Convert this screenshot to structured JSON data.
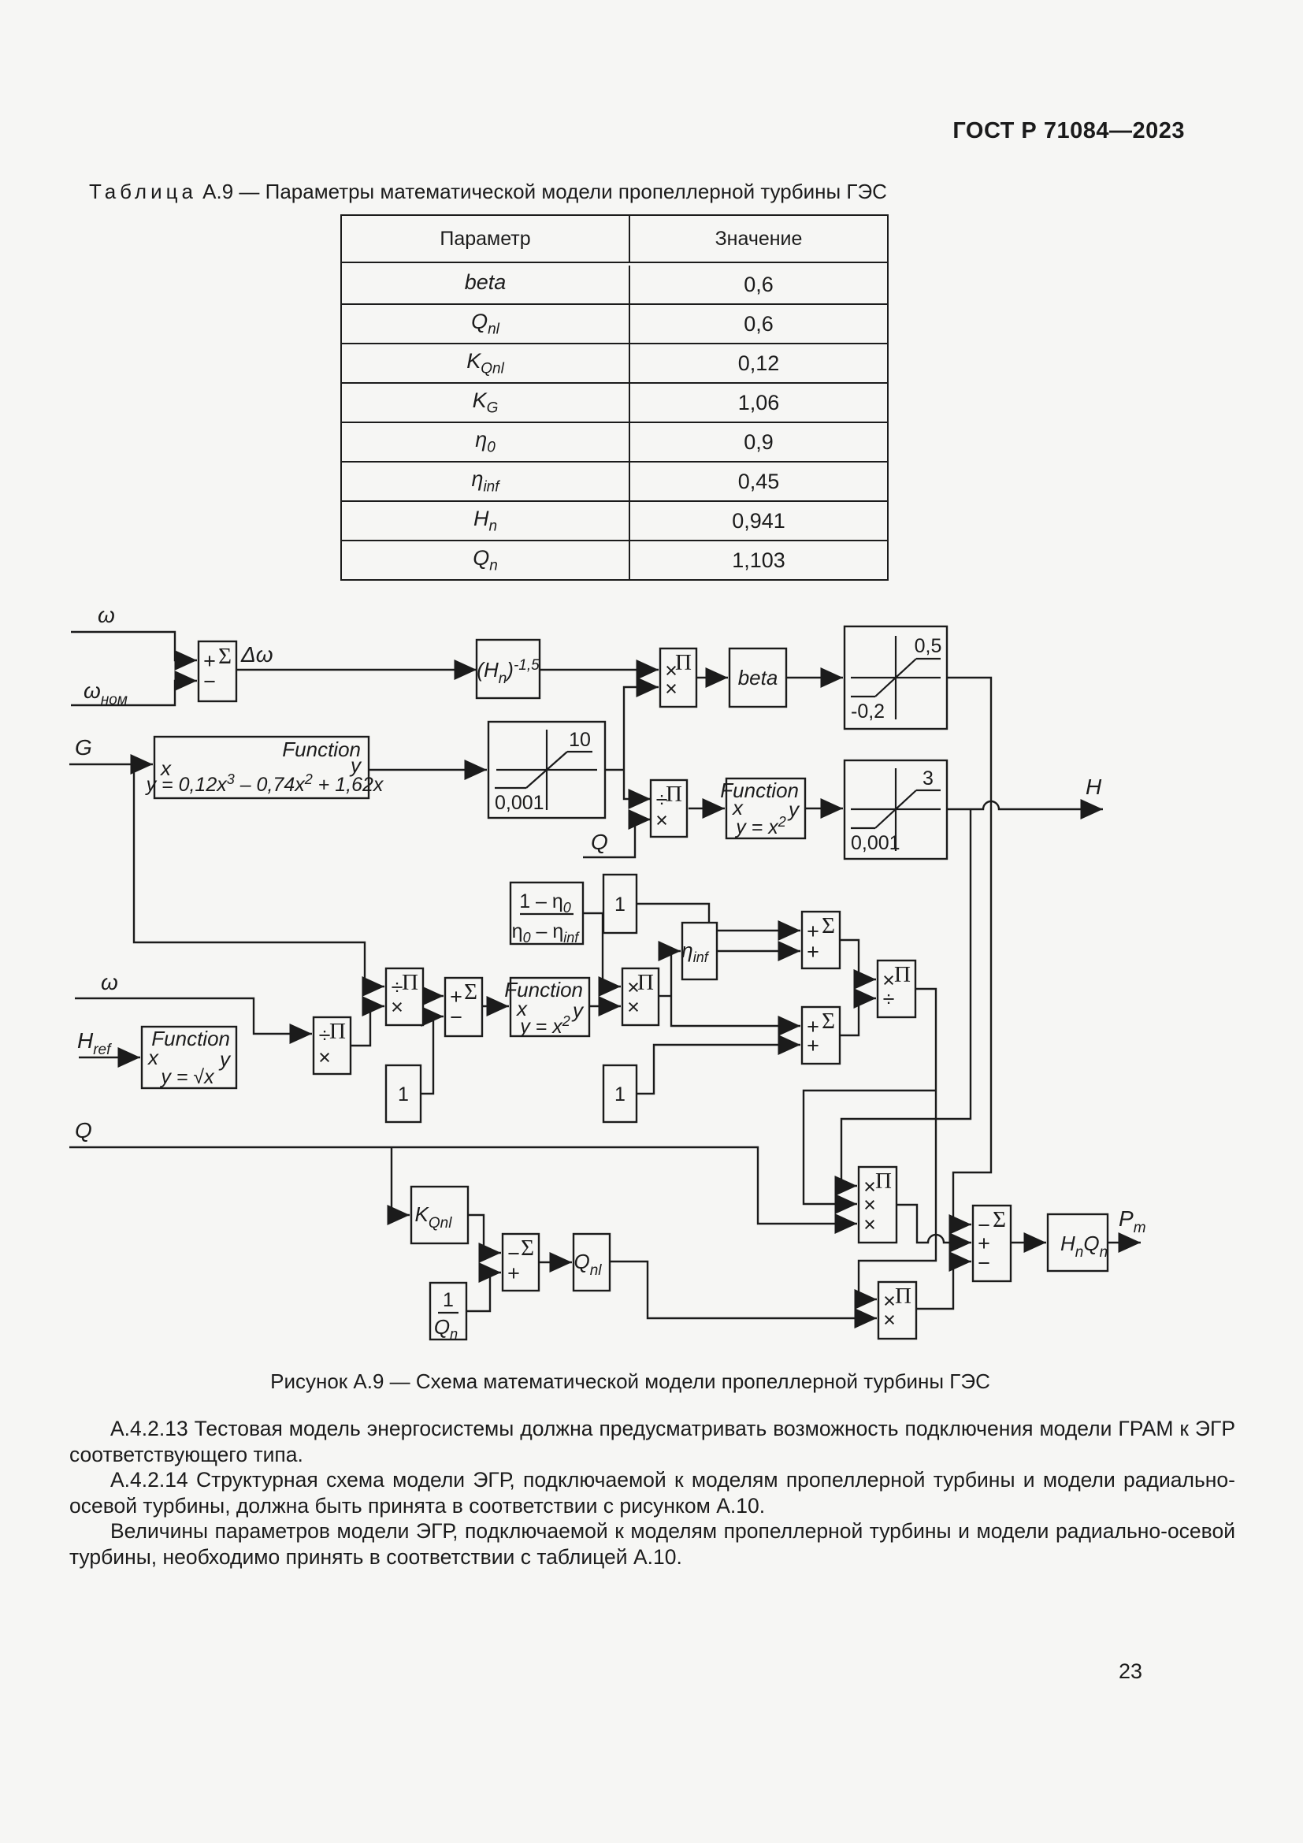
{
  "page": {
    "doc_number": "ГОСТ Р 71084—2023",
    "page_number": "23"
  },
  "table": {
    "title_word": "Таблица",
    "title_rest": " А.9 — Параметры математической модели пропеллерной турбины ГЭС",
    "col_param": "Параметр",
    "col_value": "Значение",
    "rows": [
      {
        "base": "beta",
        "sub": "",
        "value": "0,6"
      },
      {
        "base": "Q",
        "sub": "nl",
        "value": "0,6"
      },
      {
        "base": "K",
        "sub": "Qnl",
        "value": "0,12"
      },
      {
        "base": "K",
        "sub": "G",
        "value": "1,06"
      },
      {
        "base": "η",
        "sub": "0",
        "value": "0,9"
      },
      {
        "base": "η",
        "sub": "inf",
        "value": "0,45"
      },
      {
        "base": "H",
        "sub": "n",
        "value": "0,941"
      },
      {
        "base": "Q",
        "sub": "n",
        "value": "1,103"
      }
    ]
  },
  "diagram": {
    "caption": "Рисунок А.9 — Схема математической модели пропеллерной турбины ГЭС",
    "sym": {
      "sigma": "Σ",
      "pi": "Π",
      "times": "×",
      "divide": "÷",
      "plus": "+",
      "minus": "−",
      "function_label": "Function",
      "x": "x",
      "y": "y"
    },
    "labels": {
      "omega": "ω",
      "omega_nom_base": "ω",
      "omega_nom_sub": "ном",
      "delta_omega": "Δω",
      "g": "G",
      "q": "Q",
      "h_out": "H",
      "hn_pre": "(H",
      "hn_sub": "n",
      "hn_post": ")",
      "hn_exp": "-1,5",
      "beta": "beta",
      "sat1_hi": "0,5",
      "sat1_lo": "-0,2",
      "sat2_hi": "10",
      "sat2_lo": "0,001",
      "sat3_hi": "3",
      "sat3_lo": "0,001",
      "cubic_1": "y = 0,12x",
      "cubic_e1": "3",
      "cubic_2": " – 0,74x",
      "cubic_e2": "2",
      "cubic_3": " + 1,62x",
      "sq_1": "y = x",
      "sq_e": "2",
      "sqrt_formula": "y = √x",
      "frac_n1": "1 – η",
      "frac_n1s": "0",
      "frac_d1": "η",
      "frac_d1s": "0",
      "frac_d2": " – η",
      "frac_d2s": "inf",
      "one": "1",
      "eta_base": "η",
      "eta_sub": "inf",
      "href_base": "H",
      "href_sub": "ref",
      "kqnl_base": "K",
      "kqnl_sub": "Qnl",
      "invqn_num": "1",
      "invqn_den": "Q",
      "invqn_dens": "n",
      "qnl_base": "Q",
      "qnl_sub": "nl",
      "hnqn_b1": "H",
      "hnqn_s1": "n",
      "hnqn_b2": "Q",
      "hnqn_s2": "n",
      "pm_base": "P",
      "pm_sub": "m"
    }
  },
  "paragraphs": {
    "p1": "А.4.2.13 Тестовая модель энергосистемы должна предусматривать возможность подключения модели ГРАМ к ЭГР соответствующего типа.",
    "p2": "А.4.2.14 Структурная схема модели ЭГР, подключаемой к моделям пропеллерной турбины и модели радиально-осевой турбины, должна быть принята в соответствии с рисунком А.10.",
    "p3": "Величины параметров модели ЭГР, подключаемой к моделям пропеллерной турбины и модели радиально-осевой турбины, необходимо принять в соответствии с таблицей А.10."
  }
}
